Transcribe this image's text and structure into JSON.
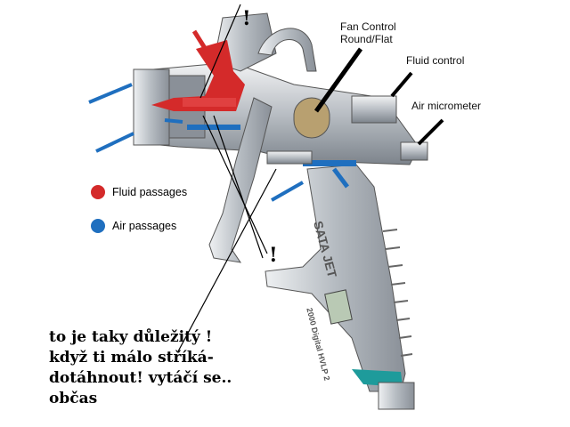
{
  "labels": {
    "fan_control_line1": "Fan Control",
    "fan_control_line2": "Round/Flat",
    "fluid_control": "Fluid control",
    "air_micrometer": "Air micrometer"
  },
  "legend": [
    {
      "label": "Fluid passages",
      "color": "#d42a2a"
    },
    {
      "label": "Air passages",
      "color": "#1f6fbf"
    }
  ],
  "exclamations": [
    "!",
    "!"
  ],
  "handwritten_note": {
    "lines": [
      "to je taky důležitý !",
      "když ti málo stříká-",
      "dotáhnout! vytáčí se..",
      "občas"
    ]
  },
  "gun_branding": [
    "SATA JET",
    "2000 Digital HVLP 2"
  ],
  "colors": {
    "metal": "#c9cdd2",
    "fluid": "#d42a2a",
    "air": "#1f6fbf",
    "teal": "#1e9b9b"
  }
}
